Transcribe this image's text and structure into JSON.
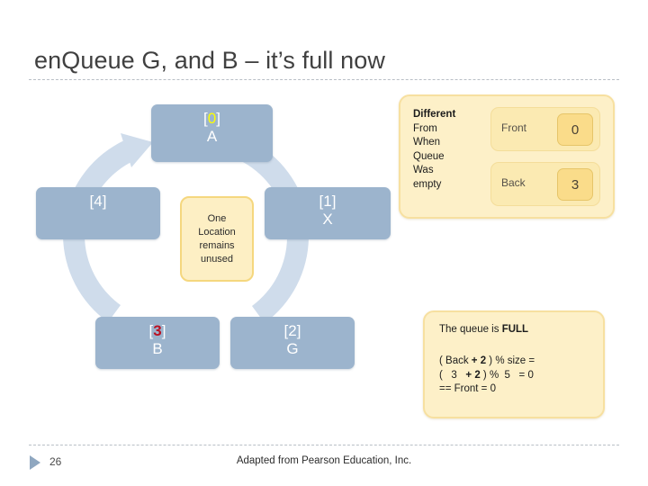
{
  "slide": {
    "title": "enQueue G, and B – it’s full now",
    "page_number": "26",
    "credit": "Adapted from Pearson Education, Inc."
  },
  "cycle": {
    "center_note": "One Location remains unused",
    "center_note_lines": [
      "One",
      "Location",
      "remains",
      "unused"
    ],
    "nodes": [
      {
        "index_prefix": "[",
        "index": "0",
        "index_suffix": "]",
        "value": "A",
        "highlight": "yellow"
      },
      {
        "index_prefix": "[",
        "index": "1",
        "index_suffix": "]",
        "value": "X",
        "highlight": "none"
      },
      {
        "index_prefix": "[",
        "index": "2",
        "index_suffix": "]",
        "value": "G",
        "highlight": "none"
      },
      {
        "index_prefix": "[",
        "index": "3",
        "index_suffix": "]",
        "value": "B",
        "highlight": "red"
      },
      {
        "index_prefix": "[",
        "index": "4",
        "index_suffix": "]",
        "value": "",
        "highlight": "none"
      }
    ]
  },
  "state_callout": {
    "note_line_1": "Different",
    "note_line_2": "From",
    "note_line_3": "When",
    "note_line_4": "Queue",
    "note_line_5": "Was",
    "note_line_6": "empty",
    "front_label": "Front",
    "front_value": "0",
    "back_label": "Back",
    "back_value": "3"
  },
  "full_callout": {
    "heading_prefix": "The queue is ",
    "heading_bold": "FULL",
    "formula_line_1_a": "( Back ",
    "formula_line_1_b": "+ 2",
    "formula_line_1_c": " ) % size =",
    "formula_line_2_a": "(   3   ",
    "formula_line_2_b": "+ 2",
    "formula_line_2_c": " ) %  5   = 0",
    "formula_line_3": "== Front = 0"
  },
  "colors": {
    "node_blue": "#9cb4cd",
    "ring_blue": "#ccdae8",
    "callout_yellow": "#fdf0c8",
    "callout_border": "#f7e0a0",
    "highlight_yellow": "#ffff00",
    "highlight_red": "#bb1122"
  }
}
